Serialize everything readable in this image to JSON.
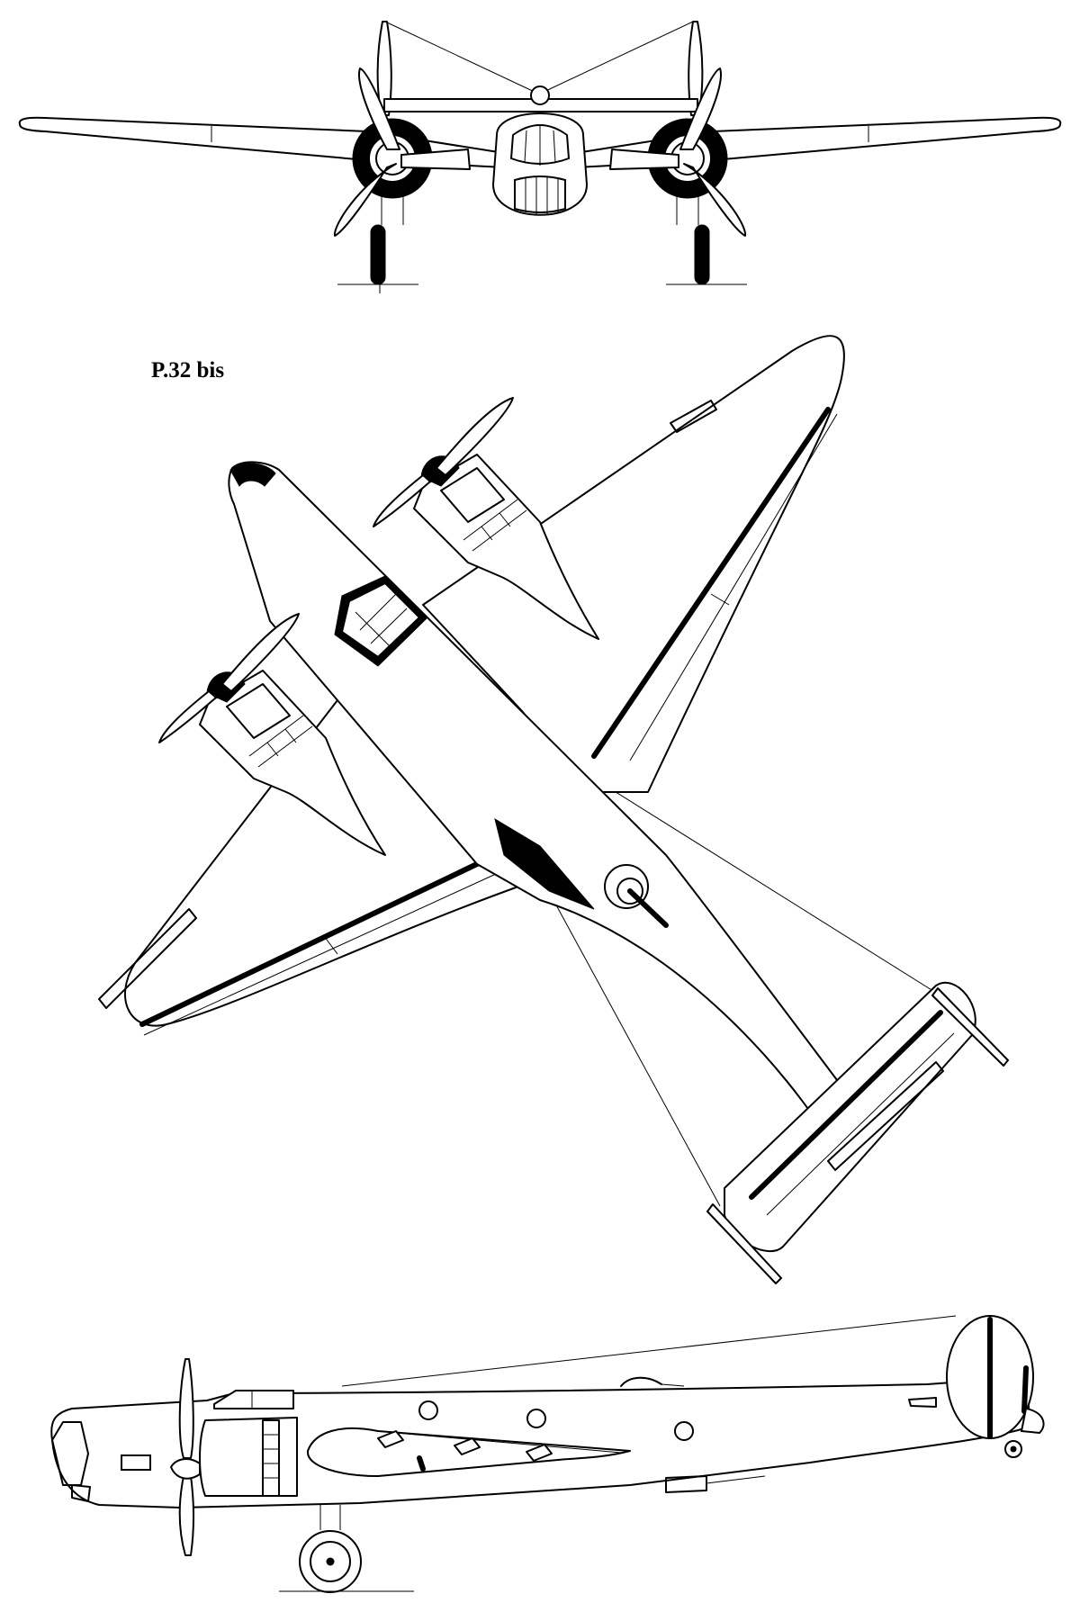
{
  "drawing": {
    "label": "P.32 bis",
    "views": [
      "front-view",
      "top-view",
      "side-view"
    ]
  }
}
